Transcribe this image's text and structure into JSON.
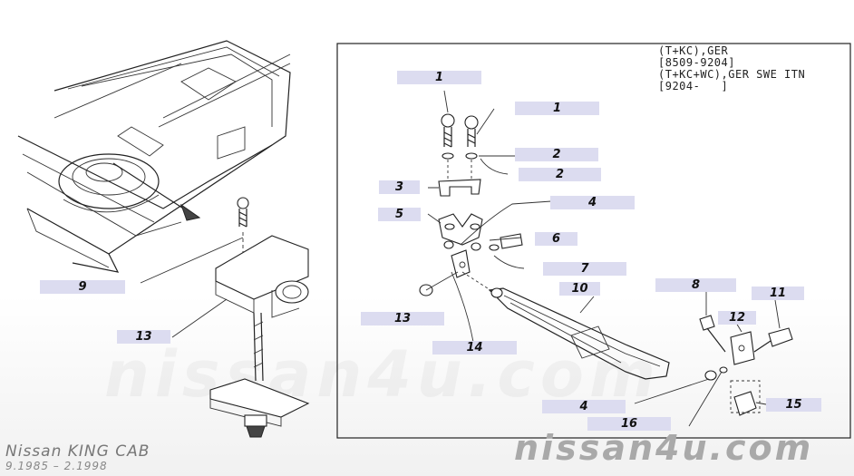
{
  "header": {
    "note_lines": [
      "(T+KC),GER",
      "[8509-9204]",
      "(T+KC+WC),GER SWE ITN",
      "[9204-   ]"
    ]
  },
  "callouts": [
    {
      "id": "c1a",
      "label": "1"
    },
    {
      "id": "c1b",
      "label": "1"
    },
    {
      "id": "c2a",
      "label": "2"
    },
    {
      "id": "c2b",
      "label": "2"
    },
    {
      "id": "c3",
      "label": "3"
    },
    {
      "id": "c4a",
      "label": "4"
    },
    {
      "id": "c5",
      "label": "5"
    },
    {
      "id": "c6",
      "label": "6"
    },
    {
      "id": "c7",
      "label": "7"
    },
    {
      "id": "c8",
      "label": "8"
    },
    {
      "id": "c9",
      "label": "9"
    },
    {
      "id": "c10",
      "label": "10"
    },
    {
      "id": "c11",
      "label": "11"
    },
    {
      "id": "c12",
      "label": "12"
    },
    {
      "id": "c13a",
      "label": "13"
    },
    {
      "id": "c13b",
      "label": "13"
    },
    {
      "id": "c14",
      "label": "14"
    },
    {
      "id": "c4b",
      "label": "4"
    },
    {
      "id": "c16",
      "label": "16"
    },
    {
      "id": "c15",
      "label": "15"
    }
  ],
  "footer": {
    "title": "Nissan KING CAB",
    "years": "9.1985 – 2.1998",
    "brand": "nissan4u.com",
    "watermark": "nissan4u.com"
  }
}
